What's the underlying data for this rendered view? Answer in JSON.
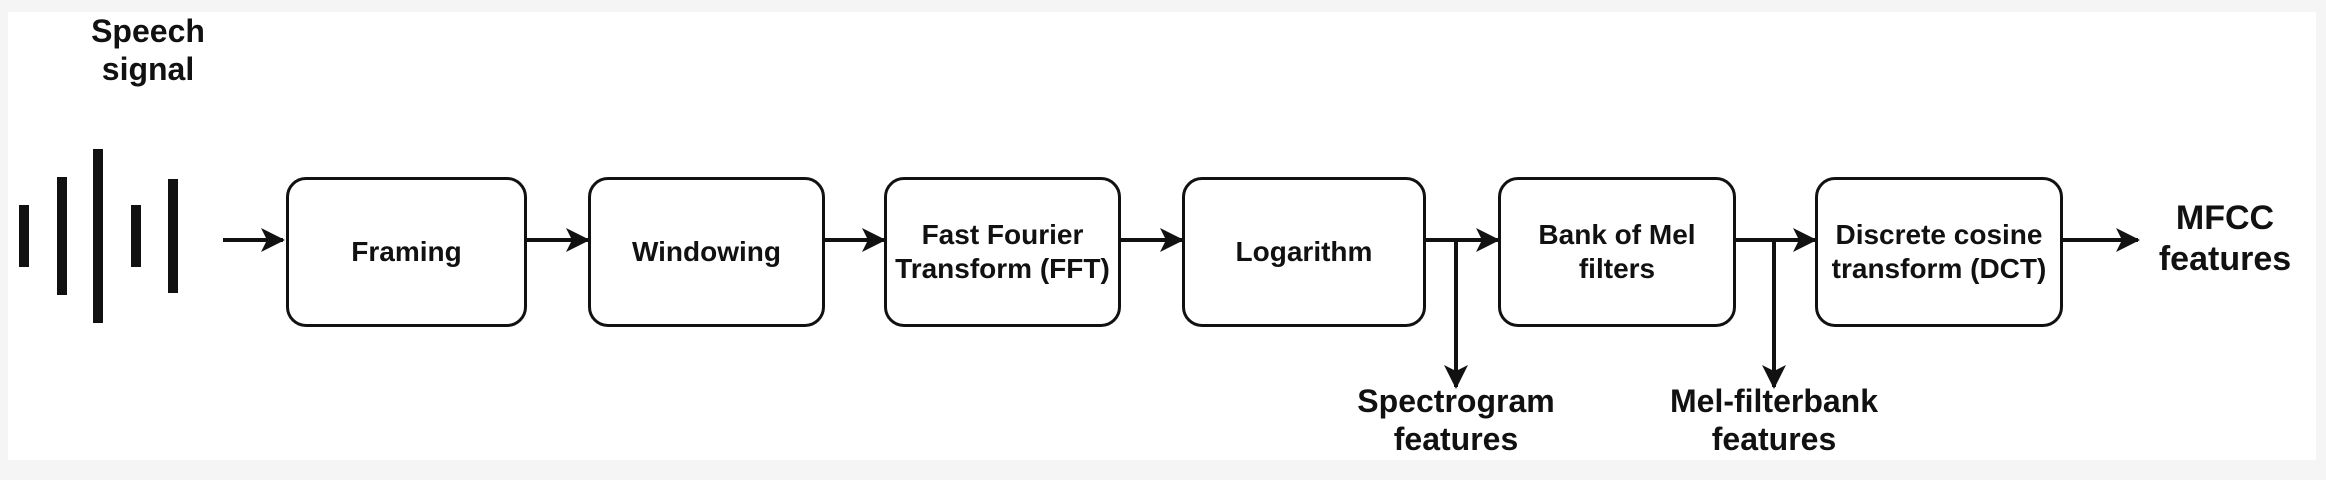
{
  "input_label": "Speech\nsignal",
  "input_icon": "waveform-icon",
  "stages": [
    {
      "id": "framing",
      "label": "Framing"
    },
    {
      "id": "windowing",
      "label": "Windowing"
    },
    {
      "id": "fft",
      "label": "Fast Fourier\nTransform (FFT)"
    },
    {
      "id": "logarithm",
      "label": "Logarithm"
    },
    {
      "id": "mel-filters",
      "label": "Bank of Mel\nfilters"
    },
    {
      "id": "dct",
      "label": "Discrete cosine\ntransform (DCT)"
    }
  ],
  "outputs": {
    "final": "MFCC\nfeatures",
    "spectrogram": "Spectrogram\nfeatures",
    "mel_filterbank": "Mel-filterbank\nfeatures"
  },
  "colors": {
    "stroke": "#111111",
    "background": "#ffffff"
  }
}
